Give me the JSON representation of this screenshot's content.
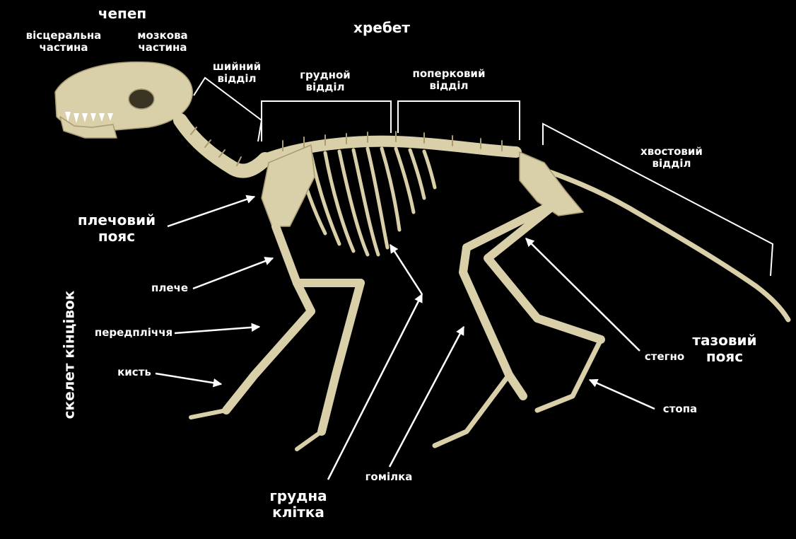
{
  "labels": {
    "skull": "чепеп",
    "skull_visceral": "вісцеральна\nчастина",
    "skull_brain": "мозкова\nчастина",
    "spine": "хребет",
    "cervical": "шийний\nвідділ",
    "thoracic": "грудной\nвідділ",
    "lumbar": "поперковий\nвідділ",
    "caudal": "хвостовий\nвідділ",
    "shoulder_girdle": "плечовий\nпояс",
    "upper_arm": "плече",
    "forearm": "передпліччя",
    "hand": "кисть",
    "limb_skeleton": "скелет кінцівок",
    "rib_cage": "грудна\nклітка",
    "shin": "гомілка",
    "thigh": "стегно",
    "foot": "стопа",
    "pelvic_girdle": "тазовий\nпояс"
  },
  "colors": {
    "background": "#000000",
    "label": "#ffffff",
    "bone": "#d9cfa8",
    "bone_shadow": "#a89b72"
  }
}
